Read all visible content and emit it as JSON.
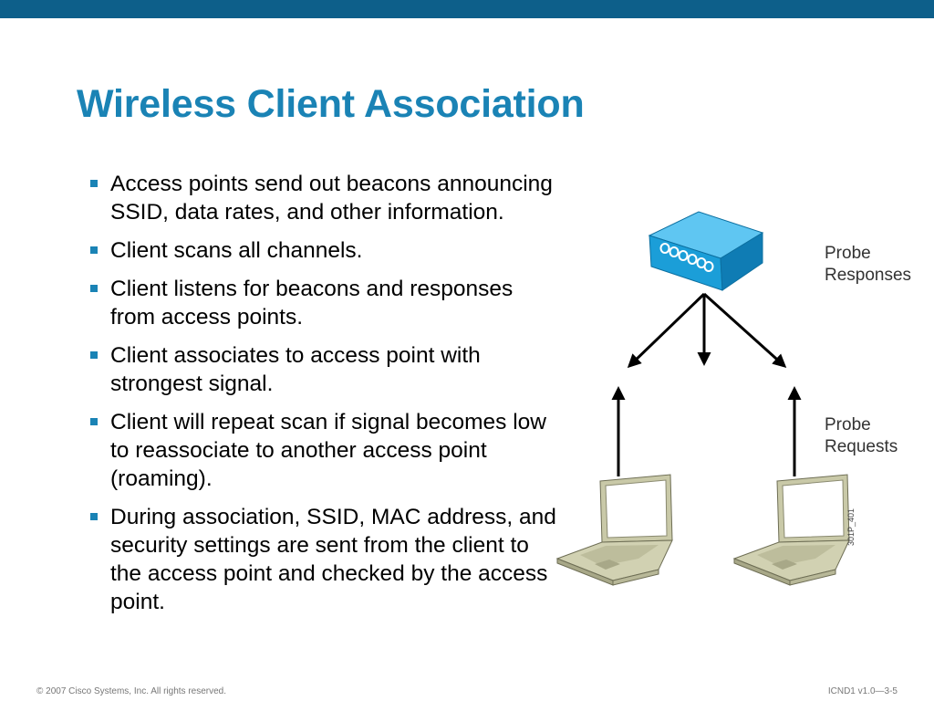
{
  "slide": {
    "title": "Wireless Client Association",
    "bullets": [
      "Access points send out beacons announcing SSID, data rates, and other information.",
      "Client scans all channels.",
      "Client listens for beacons and responses from access points.",
      "Client associates to access point with strongest signal.",
      "Client will repeat scan if signal becomes low to reassociate to another access point (roaming).",
      "During association, SSID, MAC address, and security settings are sent from the client to the access point and checked by the access point."
    ]
  },
  "diagram": {
    "probe_responses_line1": "Probe",
    "probe_responses_line2": "Responses",
    "probe_requests_line1": "Probe",
    "probe_requests_line2": "Requests",
    "figure_id": "301P_401",
    "access_point_icon": "access-point-icon",
    "client_icon": "laptop-icon"
  },
  "footer": {
    "copyright": "© 2007 Cisco Systems, Inc. All rights reserved.",
    "course_ref": "ICND1 v1.0—3-5"
  },
  "colors": {
    "header_bar": "#0d5f8a",
    "title": "#1a83b5",
    "bullet": "#1a83b5",
    "access_point": "#1b9ed8"
  }
}
